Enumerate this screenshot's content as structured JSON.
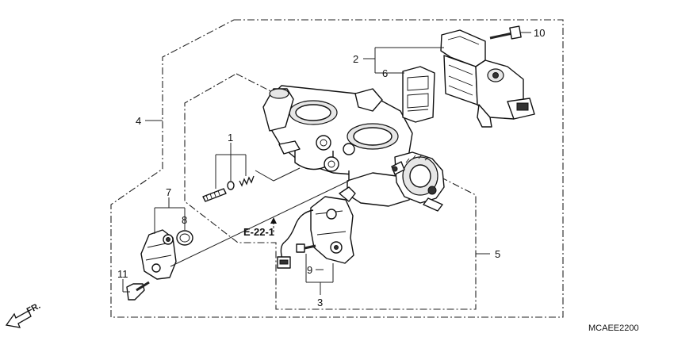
{
  "diagram": {
    "callouts": [
      "1",
      "2",
      "3",
      "4",
      "5",
      "6",
      "7",
      "8",
      "9",
      "10",
      "11"
    ],
    "reference": "E-22-1",
    "direction_label": "FR.",
    "diagram_code": "MCAEE2200"
  }
}
